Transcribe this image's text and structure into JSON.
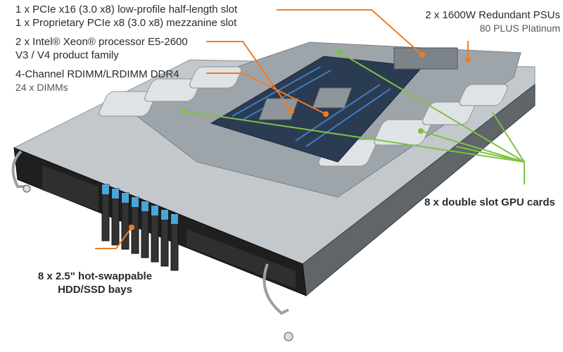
{
  "callouts": {
    "pcie_line1": "1 x PCIe x16 (3.0 x8) low-profile half-length slot",
    "pcie_line2": "1 x Proprietary PCIe x8 (3.0 x8) mezzanine slot",
    "cpu_line1": "2 x Intel® Xeon® processor E5-2600",
    "cpu_line2": "V3 / V4 product family",
    "memory_line1": "4-Channel RDIMM/LRDIMM DDR4",
    "memory_line2": "24 x DIMMs",
    "psu_line1": "2 x 1600W Redundant PSUs",
    "psu_line2": "80 PLUS Platinum",
    "gpu": "8 x double slot GPU cards",
    "bays_line1": "8 x 2.5\" hot-swappable",
    "bays_line2": "HDD/SSD bays"
  },
  "colors": {
    "orange_leader": "#f07c22",
    "green_leader": "#7dc242",
    "chassis_top": "#bfc4c8",
    "chassis_dark": "#1e1e1e",
    "drive_blue": "#4aa6d8"
  }
}
